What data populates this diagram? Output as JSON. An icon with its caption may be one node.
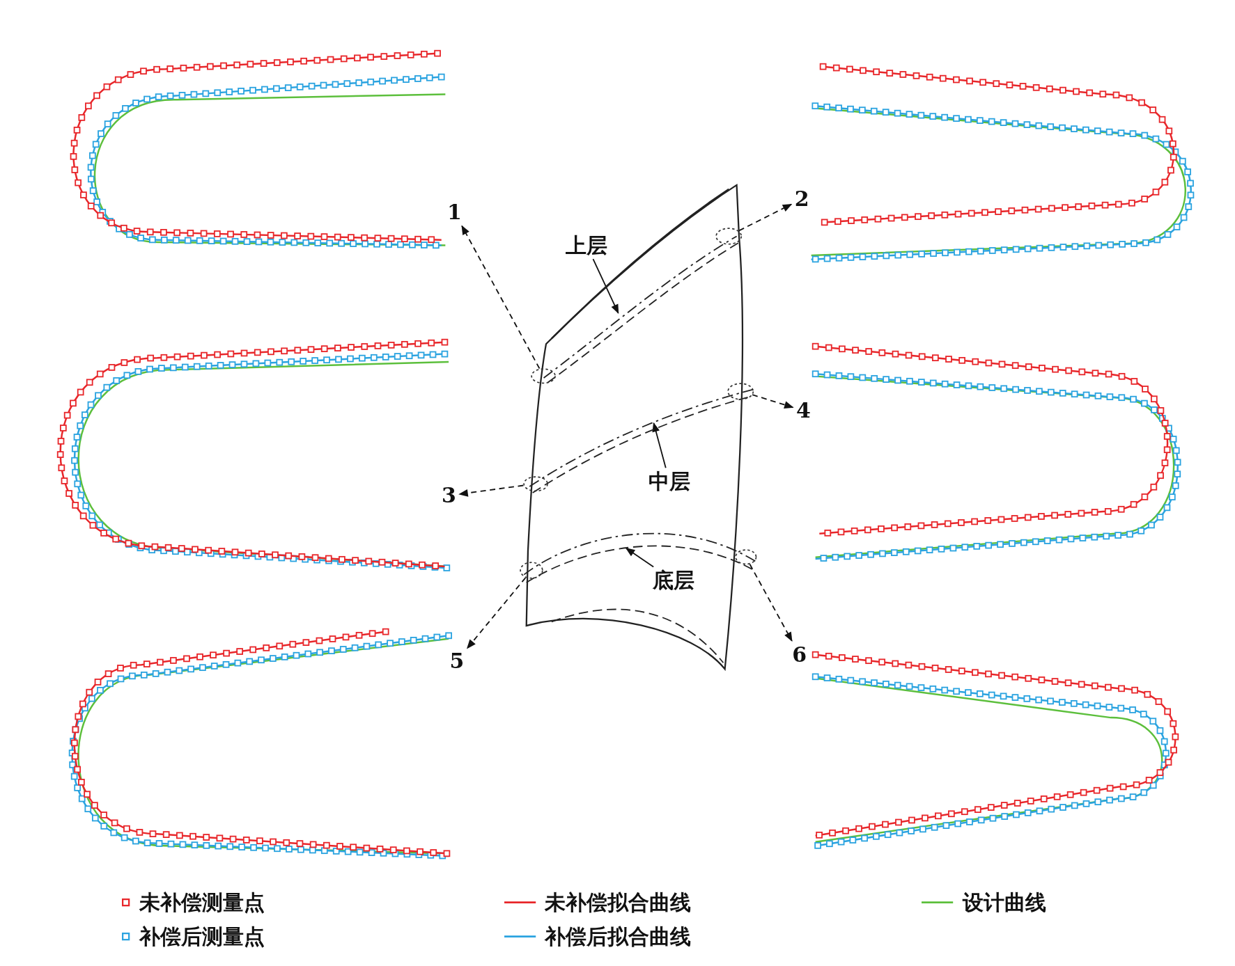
{
  "diagram": {
    "nodes": [
      {
        "text": [],
        "shape": "picture"
      },
      {
        "text": [
          "1"
        ]
      },
      {
        "text": [
          "2"
        ]
      },
      {
        "text": [
          "3"
        ]
      },
      {
        "text": [
          "4"
        ]
      },
      {
        "text": [
          "5"
        ]
      },
      {
        "text": [
          "6"
        ]
      },
      {
        "text": [],
        "shape": "ellipse",
        "in": 0
      },
      {
        "text": [],
        "shape": "ellipse",
        "in": 0
      },
      {
        "text": [],
        "shape": "ellipse",
        "in": 0
      },
      {
        "text": [],
        "shape": "ellipse",
        "in": 0
      },
      {
        "text": [],
        "shape": "ellipse",
        "in": 0
      },
      {
        "text": [],
        "shape": "ellipse"
      },
      {
        "text": [
          "上层"
        ]
      },
      {
        "text": [
          "中层"
        ],
        "in": 0
      },
      {
        "text": [
          "底层"
        ],
        "in": 0
      },
      {
        "text": [],
        "shape": "picture"
      },
      {
        "text": [],
        "shape": "picture"
      },
      {
        "text": [],
        "shape": "picture"
      },
      {
        "text": [],
        "shape": "picture"
      },
      {
        "text": [],
        "shape": "picture"
      },
      {
        "text": [],
        "shape": "picture"
      }
    ],
    "edges": [
      {
        "from": 7,
        "to": 1,
        "arrow": "to",
        "style": "dashed"
      },
      {
        "from": 8,
        "to": 2,
        "arrow": "to",
        "style": "dashed"
      },
      {
        "from": 9,
        "to": 3,
        "arrow": "to",
        "style": "dashed"
      },
      {
        "from": 10,
        "to": 4,
        "arrow": "to",
        "style": "dashed"
      },
      {
        "from": 11,
        "to": 5,
        "arrow": "to",
        "style": "dashed"
      },
      {
        "from": 12,
        "to": 6,
        "arrow": "to",
        "style": "dashed"
      },
      {
        "from": 13,
        "to": 0,
        "arrow": "to"
      },
      {
        "from": 14,
        "to": 0,
        "arrow": "to"
      },
      {
        "from": 15,
        "to": 0,
        "arrow": "to"
      }
    ],
    "legend": [
      {
        "text": "未补偿测量点"
      },
      {
        "text": "补偿后测量点"
      },
      {
        "text": "未补偿拟合曲线"
      },
      {
        "text": "补偿后拟合曲线"
      },
      {
        "text": "设计曲线"
      }
    ]
  }
}
